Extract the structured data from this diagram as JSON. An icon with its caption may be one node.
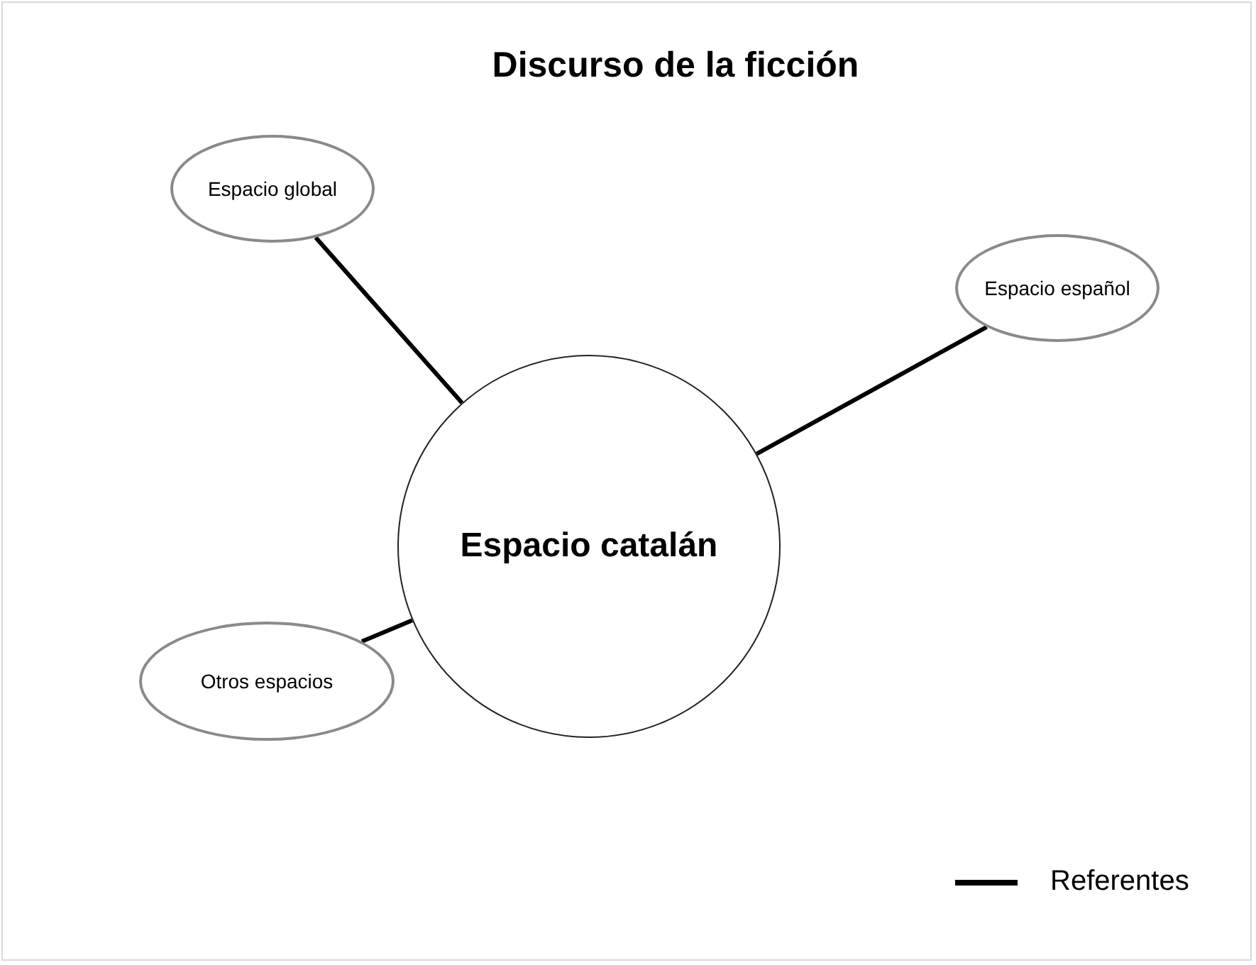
{
  "diagram": {
    "title": "Discurso de la ficción",
    "nodes": [
      {
        "text": [
          "Espacio catalán"
        ]
      },
      {
        "text": [
          "Espacio global"
        ]
      },
      {
        "text": [
          "Espacio español"
        ]
      },
      {
        "text": [
          "Otros espacios"
        ]
      }
    ],
    "edges": [
      {
        "from": 1,
        "to": 0,
        "arrow": "none"
      },
      {
        "from": 2,
        "to": 0,
        "arrow": "none"
      },
      {
        "from": 3,
        "to": 0,
        "arrow": "none"
      }
    ],
    "legend": [
      {
        "text": "Referentes"
      }
    ]
  }
}
